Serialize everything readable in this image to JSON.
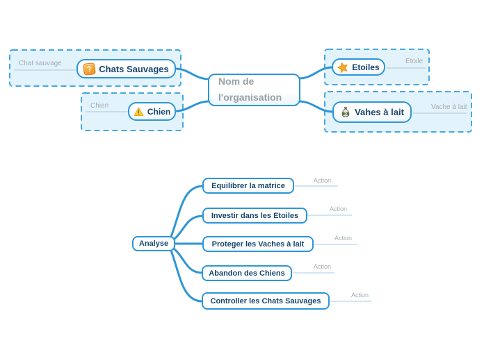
{
  "colors": {
    "accent_blue": "#2d96d6",
    "boundary_border": "#45a7e3",
    "boundary_fill": "#e3f3fc",
    "node_text": "#17466f",
    "central_text": "#98a0a6",
    "floating_label_text": "#a5abb0",
    "icon_orange": "#ee8f17",
    "icon_yellow": "#ffcc33",
    "icon_gold": "#f9a825",
    "icon_bag_green": "#5d6e49"
  },
  "icons": {
    "question_glyph": "?",
    "warning_glyph": "!",
    "dollar_glyph": "$"
  },
  "main_map": {
    "root": {
      "label": "Nom de l'organisation",
      "label_lines": [
        "Nom de",
        "l'organisation"
      ]
    },
    "branches": [
      {
        "label": "Chats Sauvages",
        "icon": "question-mark-icon",
        "boundary_label": "Chat sauvage"
      },
      {
        "label": "Chien",
        "icon": "warning-icon",
        "boundary_label": "Chien"
      },
      {
        "label": "Etoiles",
        "icon": "star-icon",
        "boundary_label": "Etoile"
      },
      {
        "label": "Vahes à lait",
        "icon": "money-bag-icon",
        "boundary_label": "Vache à lait"
      }
    ]
  },
  "analysis_map": {
    "root": {
      "label": "Analyse"
    },
    "actions": [
      {
        "label": "Equilibrer la matrice",
        "tag": "Action"
      },
      {
        "label": "Investir dans les Etoiles",
        "tag": "Action"
      },
      {
        "label": "Proteger les Vaches à lait",
        "tag": "Action"
      },
      {
        "label": "Abandon des Chiens",
        "tag": "Action"
      },
      {
        "label": "Controller les Chats Sauvages",
        "tag": "Action"
      }
    ]
  }
}
